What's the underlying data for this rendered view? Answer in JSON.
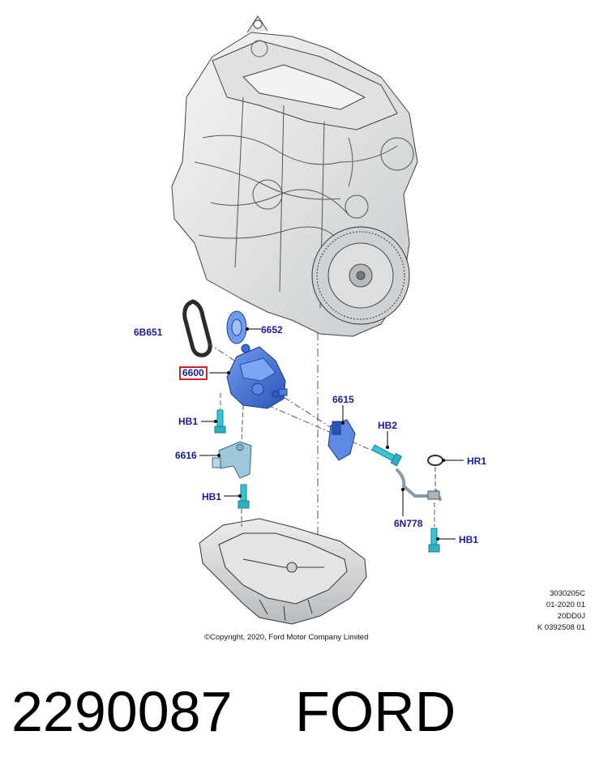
{
  "callouts": {
    "drive_belt": "6B651",
    "sprocket": "6652",
    "oil_pump": "6600",
    "oil_pickup": "6615",
    "bolt_hb2": "HB2",
    "bolt_hb1_upper": "HB1",
    "bracket": "6616",
    "bolt_hb1_lower": "HB1",
    "o_ring": "HR1",
    "dipstick_tube": "6N778",
    "bolt_hb1_right": "HB1"
  },
  "colors": {
    "callout_text": "#1a1a9e",
    "highlight_box": "#d81f26",
    "pump_blue": "#3a6fd8",
    "bolt_cyan": "#35c6d6",
    "part_grey": "#bfc3c6"
  },
  "meta": {
    "line1": "3030205C",
    "line2": "01-2020 01",
    "line3": "20DD0J",
    "line4": "K 0392508 01"
  },
  "copyright": "©Copyright, 2020, Ford Motor Company Limited",
  "footer": {
    "part_number": "2290087",
    "brand": "FORD"
  }
}
